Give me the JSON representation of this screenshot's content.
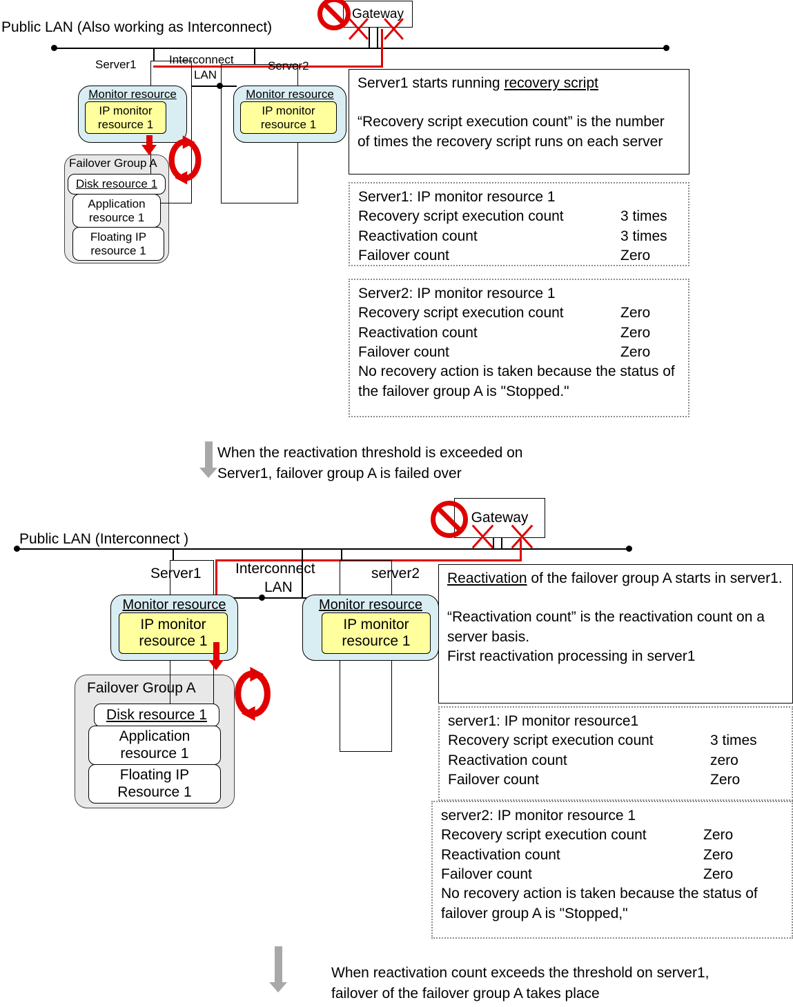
{
  "colors": {
    "accent_red": "#e00000",
    "monitor_fill": "#d9eef2",
    "ip_monitor_fill": "#ffff9e",
    "failover_group_fill": "#e8e8e8",
    "transition_arrow_gray": "#a8a8a8"
  },
  "icons": [
    "no-entry-icon",
    "broken-link-x-icon",
    "recycle-arrows-icon",
    "red-down-arrow",
    "gray-down-arrow"
  ],
  "top": {
    "public_lan": "Public LAN (Also working as Interconnect)",
    "gateway": "Gateway",
    "server1": "Server1",
    "server2": "Server2",
    "interconnect": "Interconnect",
    "lan": "LAN",
    "monitor_left_title": "Monitor resource",
    "monitor_left_ip": "IP monitor resource 1",
    "monitor_right_title": "Monitor resource",
    "monitor_right_ip": "IP monitor resource 1",
    "group_title": "Failover Group A",
    "group_disk": "Disk resource 1",
    "group_app": "Application resource 1",
    "group_fip": "Floating IP resource 1",
    "note_script": {
      "intro": "Server1 starts running",
      "underlined": "recovery script",
      "body": "“Recovery script execution count” is the number of times the recovery script runs on each server"
    },
    "note_server1": {
      "title": "Server1: IP monitor resource 1",
      "rows": [
        {
          "label": "Recovery script execution count",
          "value": "3 times"
        },
        {
          "label": "Reactivation count",
          "value": "3 times"
        },
        {
          "label": "Failover count",
          "value": "Zero"
        }
      ]
    },
    "note_server2": {
      "title": "Server2:  IP monitor resource 1",
      "rows": [
        {
          "label": "Recovery script execution count",
          "value": "Zero"
        },
        {
          "label": "Reactivation count",
          "value": "Zero"
        },
        {
          "label": "Failover count",
          "value": "Zero"
        }
      ],
      "footer": "No recovery action is taken because the status of the failover group A is \"Stopped.\""
    }
  },
  "transition1": "When the reactivation threshold is exceeded on Server1, failover group A is failed over",
  "bottom": {
    "public_lan": "Public LAN (Interconnect )",
    "gateway": "Gateway",
    "server1": "Server1",
    "server2": "server2",
    "interconnect": "Interconnect",
    "lan": "LAN",
    "monitor_left_title": "Monitor resource",
    "monitor_left_ip": "IP monitor resource 1",
    "monitor_right_title": "Monitor resource",
    "monitor_right_ip": "IP monitor resource 1",
    "group_title": "Failover Group A",
    "group_disk": "Disk resource 1",
    "group_app": "Application resource 1",
    "group_fip": "Floating IP Resource 1",
    "note_reactivation": {
      "underlined": "Reactivation",
      "intro_rest": " of the failover group A starts in server1.",
      "body1": "“Reactivation count” is the reactivation count on a server basis.",
      "body2": "First reactivation processing in server1"
    },
    "note_server1": {
      "title": "server1: IP monitor resource1",
      "rows": [
        {
          "label": "Recovery script execution count",
          "value": "3 times"
        },
        {
          "label": "Reactivation count",
          "value": "zero"
        },
        {
          "label": "Failover count",
          "value": "Zero"
        }
      ]
    },
    "note_server2": {
      "title": "server2: IP monitor resource 1",
      "rows": [
        {
          "label": "Recovery script execution count",
          "value": "Zero"
        },
        {
          "label": "Reactivation count",
          "value": "Zero"
        },
        {
          "label": "Failover count",
          "value": "Zero"
        }
      ],
      "footer": "No recovery action is taken because the status of failover group A is \"Stopped,\""
    }
  },
  "transition2": "When reactivation count exceeds the threshold on server1, failover of the failover group A takes place"
}
